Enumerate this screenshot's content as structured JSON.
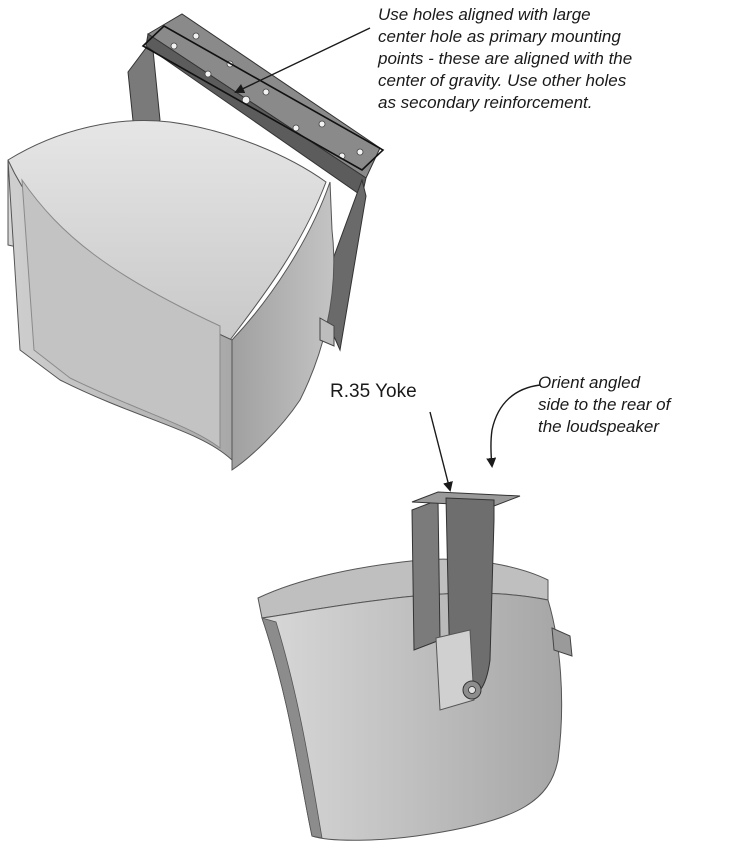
{
  "notes": {
    "mounting_holes": [
      "Use holes aligned with large",
      "center hole as primary mounting",
      "points - these are aligned with the",
      "center of gravity. Use other holes",
      "as secondary reinforcement."
    ],
    "yoke_label": "R.35 Yoke",
    "orient": [
      "Orient angled",
      "side to the rear of",
      "the loudspeaker"
    ]
  },
  "colors": {
    "ink": "#1a1a1a",
    "yoke": "#6e6e6e",
    "cabinet_light": "#d4d4d4",
    "cabinet_dark": "#9a9a9a"
  }
}
